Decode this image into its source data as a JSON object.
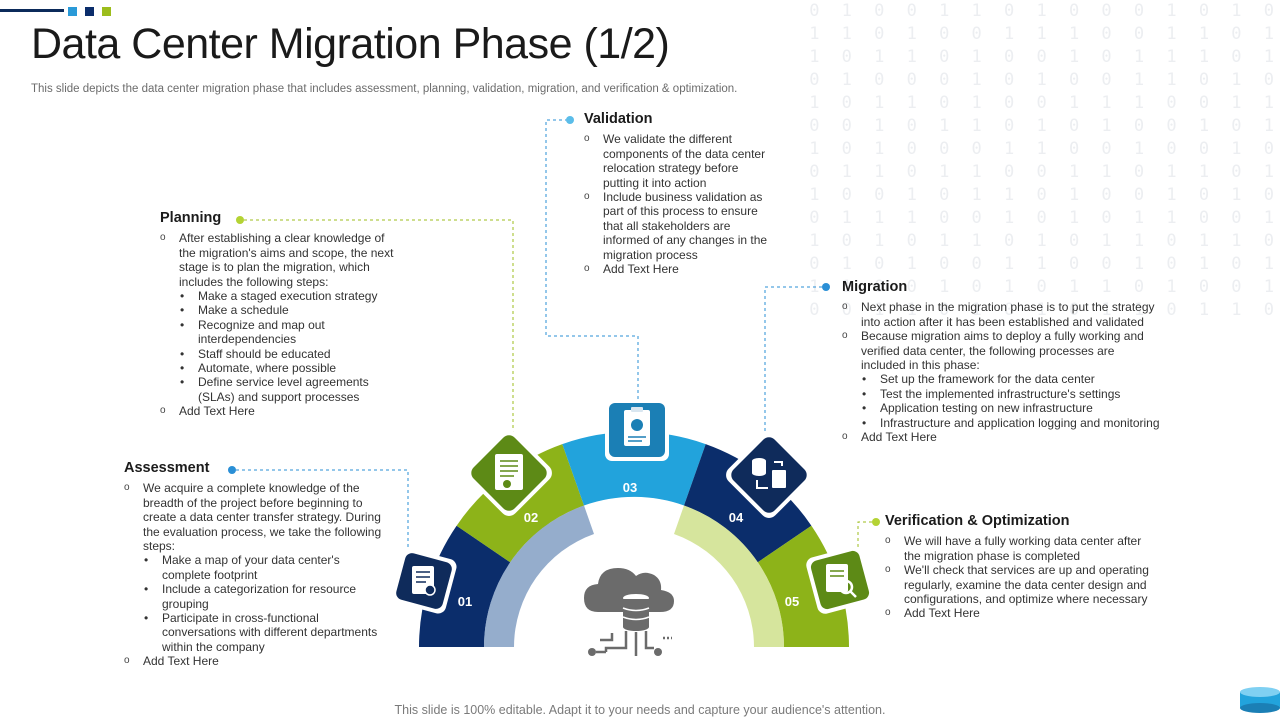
{
  "header": {
    "title": "Data Center Migration Phase (1/2)",
    "subtitle": "This slide depicts the data center migration phase that includes assessment, planning, validation, migration, and verification & optimization."
  },
  "colors": {
    "navy": "#0b2d6b",
    "blue": "#2a8fd6",
    "sky": "#33aee0",
    "lime": "#9cbd1c",
    "green": "#6f9a1b",
    "dark_icon": "#0f2b5b"
  },
  "phases": [
    {
      "number": "01",
      "name": "Assessment",
      "icon": "checklist-icon",
      "items": [
        {
          "type": "circle",
          "text": "We acquire a complete knowledge of the breadth of the project before beginning to create a data center transfer strategy. During the evaluation process, we take the following steps:"
        },
        {
          "type": "bullet",
          "text": "Make a map of your data center's complete footprint"
        },
        {
          "type": "bullet",
          "text": "Include a categorization for resource grouping"
        },
        {
          "type": "bullet",
          "text": "Participate in cross-functional conversations with different departments within the company"
        },
        {
          "type": "circle",
          "text": "Add Text Here"
        }
      ]
    },
    {
      "number": "02",
      "name": "Planning",
      "icon": "document-check-icon",
      "items": [
        {
          "type": "circle",
          "text": "After establishing a clear knowledge of the migration's aims and scope, the next stage is to plan the migration, which includes the following steps:"
        },
        {
          "type": "bullet",
          "text": "Make a staged execution strategy"
        },
        {
          "type": "bullet",
          "text": "Make a schedule"
        },
        {
          "type": "bullet",
          "text": "Recognize and map out interdependencies"
        },
        {
          "type": "bullet",
          "text": "Staff should be educated"
        },
        {
          "type": "bullet",
          "text": "Automate, where possible"
        },
        {
          "type": "bullet",
          "text": " Define service level agreements (SLAs) and support processes"
        },
        {
          "type": "circle",
          "text": "Add Text Here"
        }
      ]
    },
    {
      "number": "03",
      "name": "Validation",
      "icon": "clipboard-chart-icon",
      "items": [
        {
          "type": "circle",
          "text": "We validate the different components of the data center relocation strategy before putting it into action"
        },
        {
          "type": "circle",
          "text": "Include business validation as part of this process to ensure that all stakeholders are informed of any changes in the migration process"
        },
        {
          "type": "circle",
          "text": "Add Text Here"
        }
      ]
    },
    {
      "number": "04",
      "name": "Migration",
      "icon": "database-transfer-icon",
      "items": [
        {
          "type": "circle",
          "text": "Next phase in the migration phase is to put the strategy into action after it has been established and validated"
        },
        {
          "type": "circle",
          "text": "Because migration aims to deploy a fully working and verified data center, the following processes are included in this phase:"
        },
        {
          "type": "bullet",
          "text": "Set up the framework for the data center"
        },
        {
          "type": "bullet",
          "text": "Test the implemented infrastructure's settings"
        },
        {
          "type": "bullet",
          "text": "Application testing on new infrastructure"
        },
        {
          "type": "bullet",
          "text": "Infrastructure and application logging and monitoring"
        },
        {
          "type": "circle",
          "text": "Add Text Here"
        }
      ]
    },
    {
      "number": "05",
      "name": "Verification & Optimization",
      "icon": "document-search-icon",
      "items": [
        {
          "type": "circle",
          "text": "We will have a fully working data center after the migration phase is completed"
        },
        {
          "type": "circle",
          "text": "We'll check that services are up and operating regularly, examine the data center design and configurations, and optimize where necessary"
        },
        {
          "type": "circle",
          "text": "Add Text Here"
        }
      ]
    }
  ],
  "center_icon": "cloud-database-icon",
  "footer": "This slide is 100% editable. Adapt it to your needs and capture your audience's attention."
}
